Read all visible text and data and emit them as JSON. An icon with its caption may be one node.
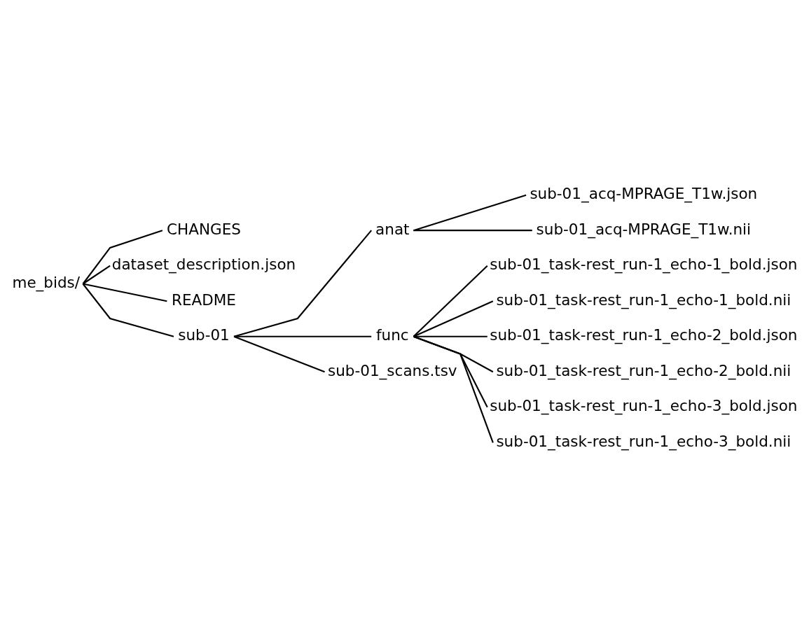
{
  "diagram": {
    "nodes": [
      {
        "text": [
          "me_bids/"
        ]
      },
      {
        "text": [
          "CHANGES"
        ]
      },
      {
        "text": [
          "dataset_description.json"
        ]
      },
      {
        "text": [
          "README"
        ]
      },
      {
        "text": [
          "sub-01"
        ]
      },
      {
        "text": [
          "anat"
        ]
      },
      {
        "text": [
          "sub-01_acq-MPRAGE_T1w.json"
        ]
      },
      {
        "text": [
          "sub-01_acq-MPRAGE_T1w.nii"
        ]
      },
      {
        "text": [
          "func"
        ]
      },
      {
        "text": [
          "sub-01_task-rest_run-1_echo-1_bold.json"
        ]
      },
      {
        "text": [
          "sub-01_task-rest_run-1_echo-1_bold.nii"
        ]
      },
      {
        "text": [
          "sub-01_task-rest_run-1_echo-2_bold.json"
        ]
      },
      {
        "text": [
          "sub-01_task-rest_run-1_echo-2_bold.nii"
        ]
      },
      {
        "text": [
          "sub-01_task-rest_run-1_echo-3_bold.json"
        ]
      },
      {
        "text": [
          "sub-01_task-rest_run-1_echo-3_bold.nii"
        ]
      },
      {
        "text": [
          "sub-01_scans.tsv"
        ]
      }
    ],
    "edges": [
      {
        "from": 0,
        "to": 1,
        "arrow": "none"
      },
      {
        "from": 0,
        "to": 2,
        "arrow": "none"
      },
      {
        "from": 0,
        "to": 3,
        "arrow": "none"
      },
      {
        "from": 0,
        "to": 4,
        "arrow": "none"
      },
      {
        "from": 4,
        "to": 5,
        "arrow": "none"
      },
      {
        "from": 5,
        "to": 6,
        "arrow": "none"
      },
      {
        "from": 5,
        "to": 7,
        "arrow": "none"
      },
      {
        "from": 4,
        "to": 8,
        "arrow": "none"
      },
      {
        "from": 8,
        "to": 9,
        "arrow": "none"
      },
      {
        "from": 8,
        "to": 10,
        "arrow": "none"
      },
      {
        "from": 8,
        "to": 11,
        "arrow": "none"
      },
      {
        "from": 8,
        "to": 12,
        "arrow": "none"
      },
      {
        "from": 8,
        "to": 13,
        "arrow": "none"
      },
      {
        "from": 8,
        "to": 14,
        "arrow": "none"
      },
      {
        "from": 4,
        "to": 15,
        "arrow": "none"
      }
    ]
  }
}
